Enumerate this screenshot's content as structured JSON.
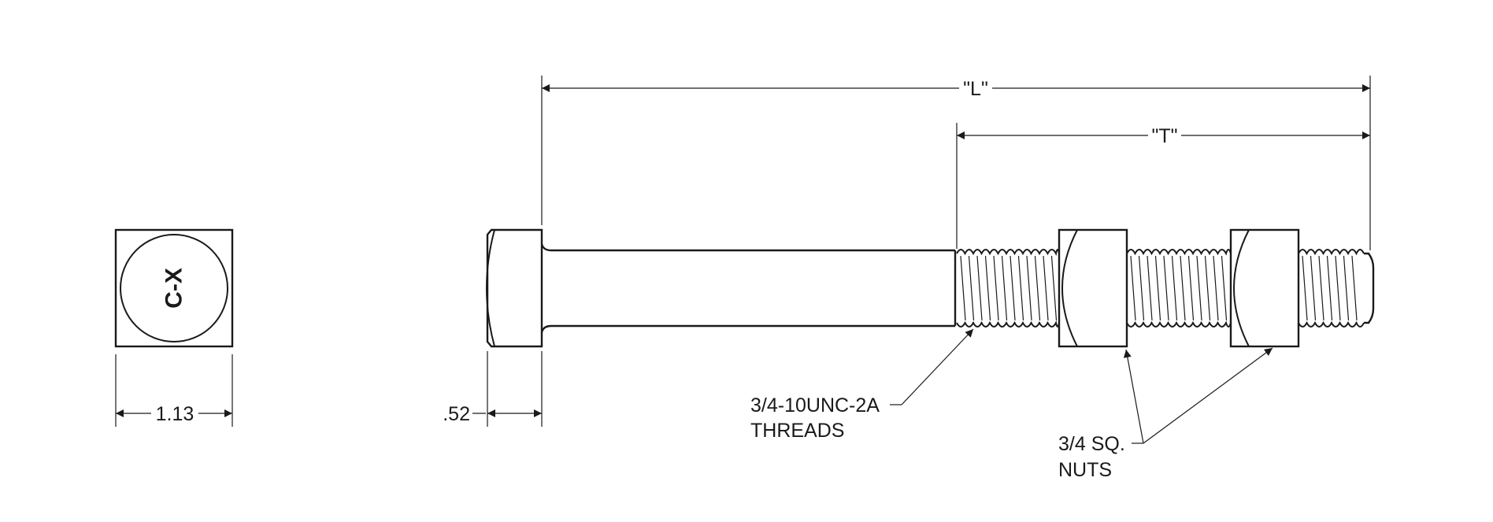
{
  "drawing": {
    "dimensions": {
      "overall_length": "\"L\"",
      "thread_length": "\"T\"",
      "head_width": "1.13",
      "head_height": ".52"
    },
    "callouts": {
      "threads": [
        "3/4-10UNC-2A",
        "THREADS"
      ],
      "nuts": [
        "3/4 SQ.",
        "NUTS"
      ]
    },
    "head_marking": "C-X"
  }
}
